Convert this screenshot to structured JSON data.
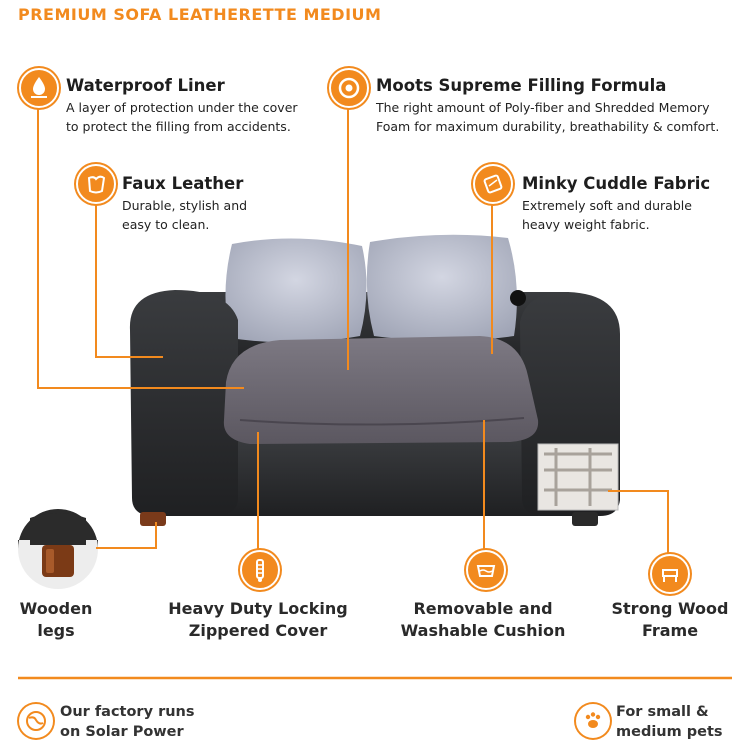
{
  "header": {
    "title": "PREMIUM SOFA LEATHERETTE MEDIUM"
  },
  "features": {
    "waterproof": {
      "title": "Waterproof Liner",
      "line1": "A layer of protection under the cover",
      "line2": "to protect the filling from accidents.",
      "icon": "water-drop-icon"
    },
    "filling": {
      "title": "Moots Supreme Filling Formula",
      "line1": "The right amount of Poly-fiber and Shredded Memory",
      "line2": "Foam for maximum durability, breathability & comfort.",
      "icon": "target-icon"
    },
    "leather": {
      "title": "Faux Leather",
      "line1": "Durable, stylish and",
      "line2": "easy to clean.",
      "icon": "leather-icon"
    },
    "minky": {
      "title": "Minky Cuddle Fabric",
      "line1": "Extremely soft and durable",
      "line2": "heavy weight fabric.",
      "icon": "fabric-icon"
    }
  },
  "bottom_features": {
    "legs": {
      "line1": "Wooden",
      "line2": "legs"
    },
    "zipper": {
      "line1": "Heavy Duty Locking",
      "line2": "Zippered Cover",
      "icon": "zipper-icon"
    },
    "washable": {
      "line1": "Removable and",
      "line2": "Washable Cushion",
      "icon": "wash-icon"
    },
    "frame": {
      "line1": "Strong Wood",
      "line2": "Frame",
      "icon": "chair-icon"
    }
  },
  "footer": {
    "solar": {
      "line1": "Our factory runs",
      "line2": "on Solar Power",
      "icon": "solar-globe-icon"
    },
    "pets": {
      "line1": "For small &",
      "line2": "medium pets",
      "icon": "paw-icon"
    }
  },
  "colors": {
    "accent": "#f28a1e",
    "leather": "#2b2d2f",
    "cushion": "#6e6a72",
    "pillow": "#b9bdcb"
  }
}
